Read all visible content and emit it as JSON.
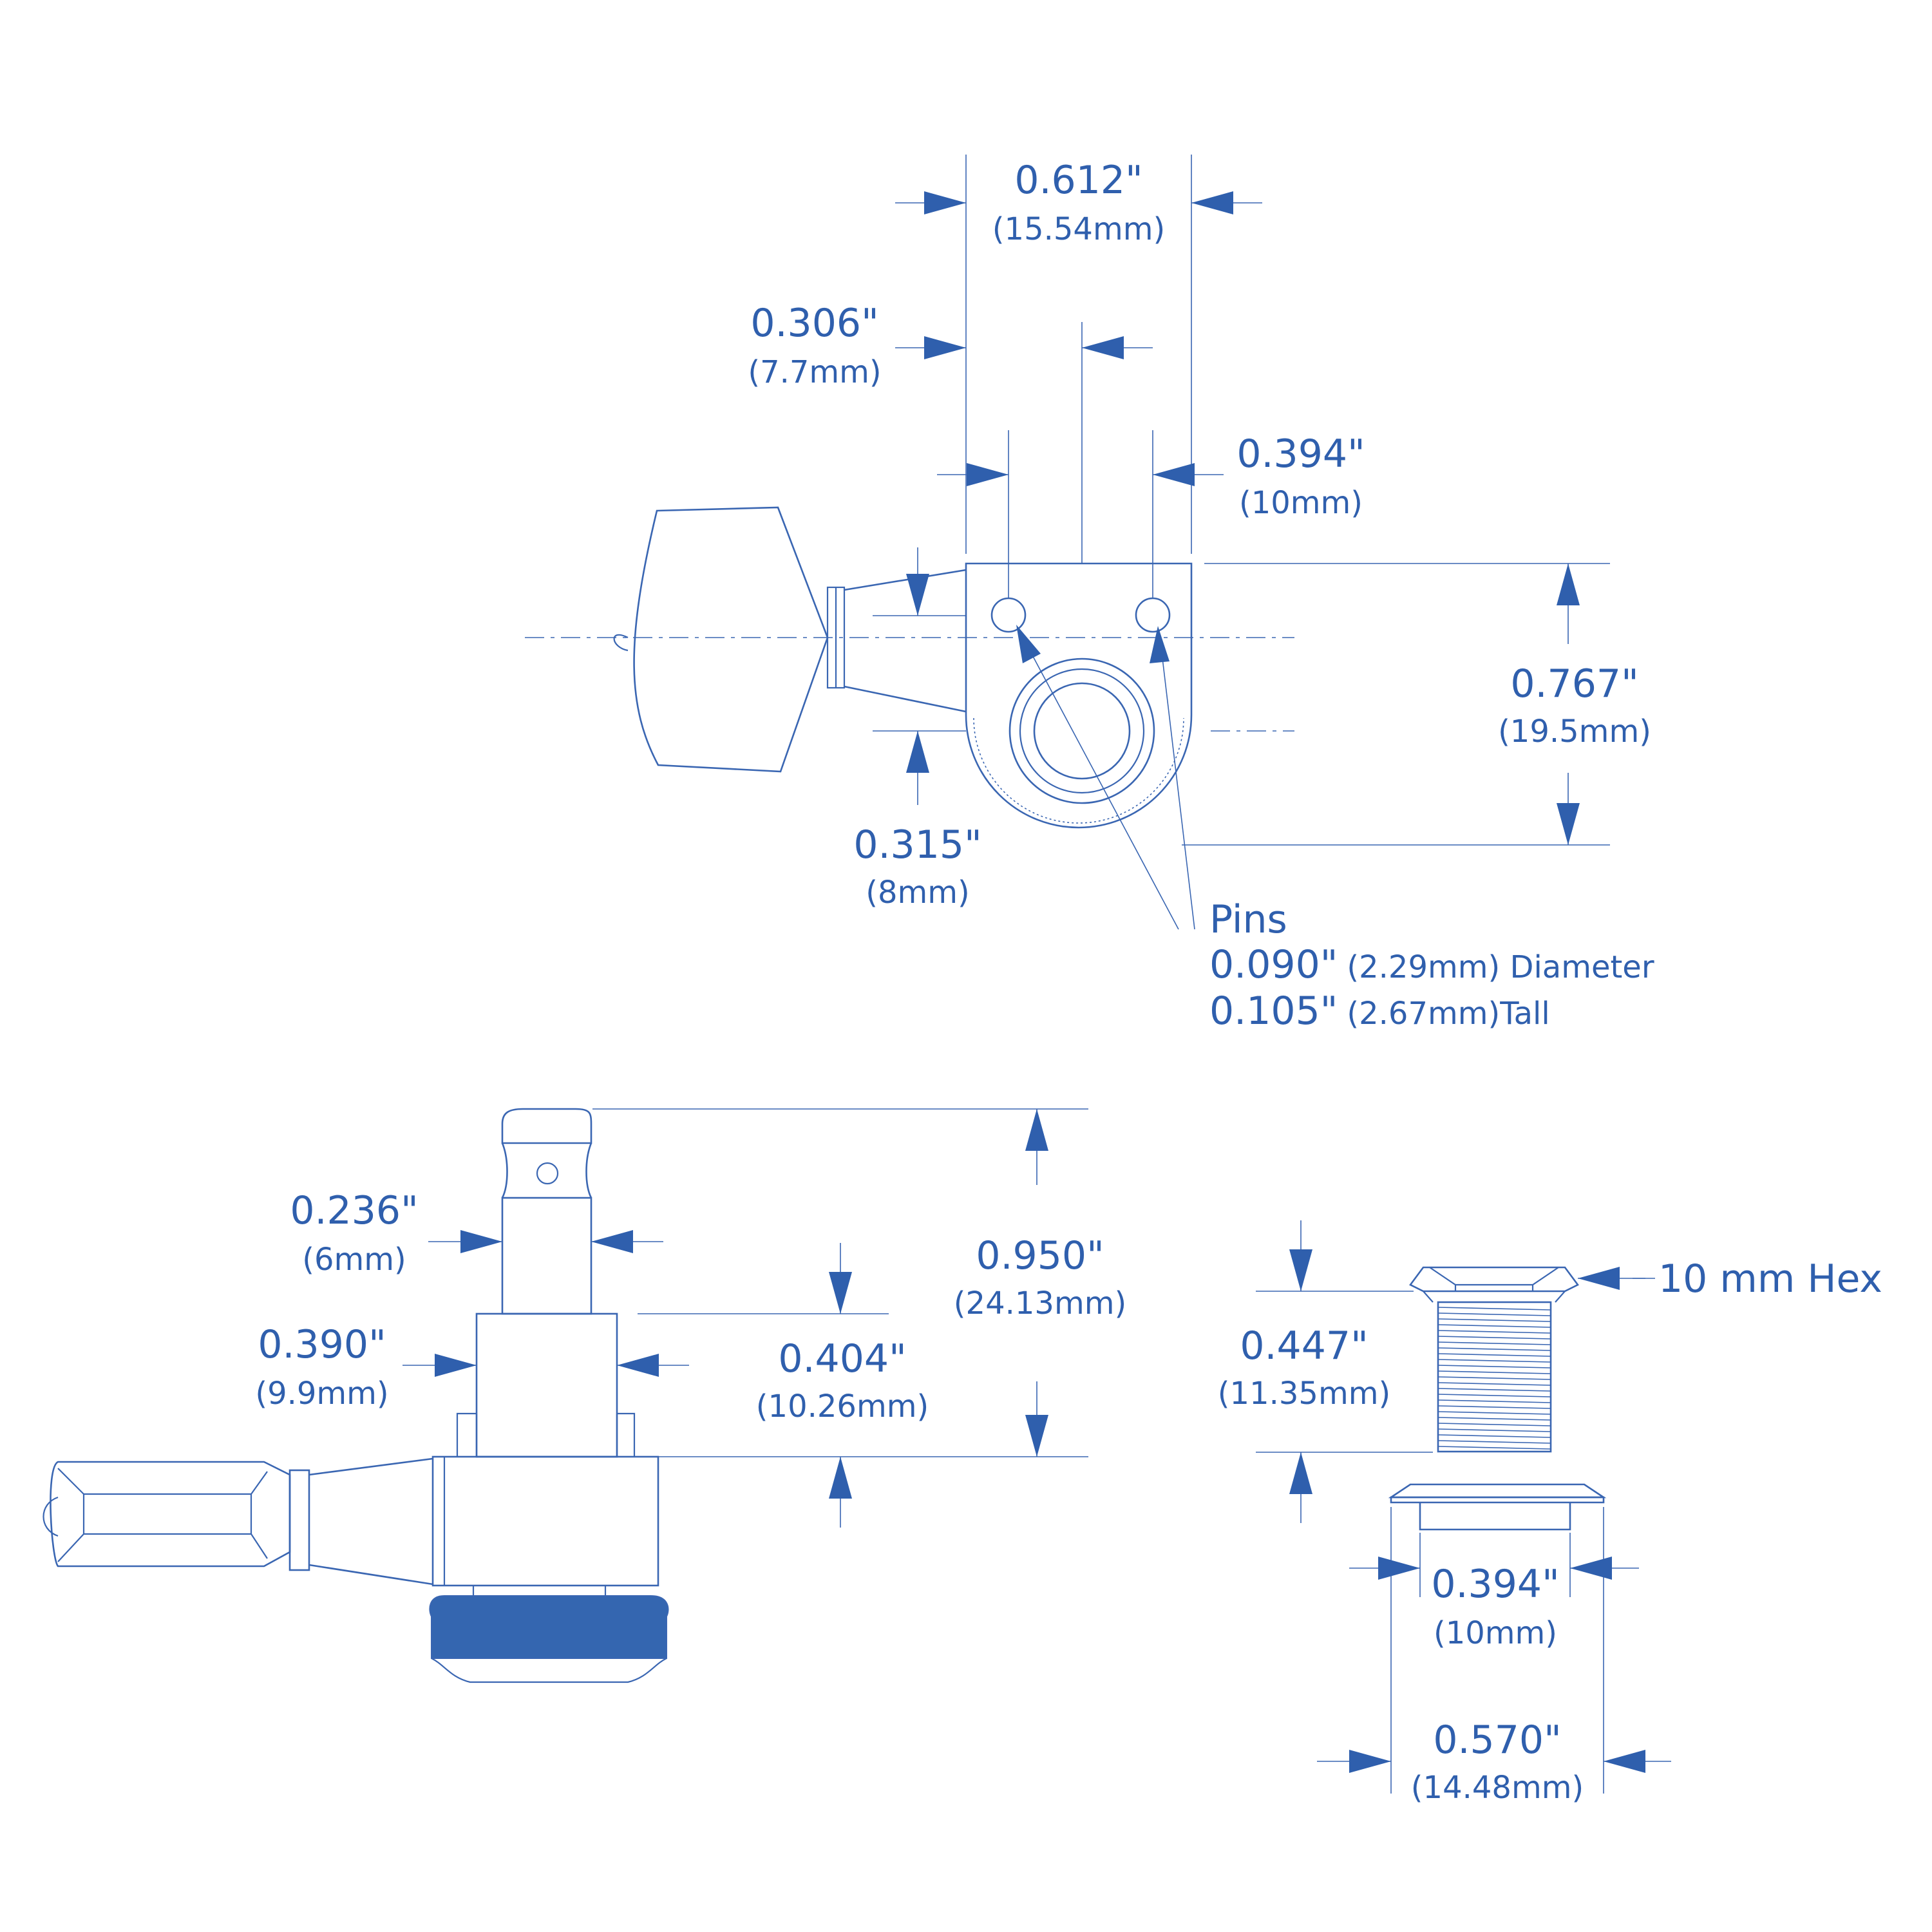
{
  "top_view": {
    "width_overall": {
      "in": "0.612\"",
      "mm": "(15.54mm)"
    },
    "pin_to_center": {
      "in": "0.306\"",
      "mm": "(7.7mm)"
    },
    "pin_spacing": {
      "in": "0.394\"",
      "mm": "(10mm)"
    },
    "height_overall": {
      "in": "0.767\"",
      "mm": "(19.5mm)"
    },
    "post_offset": {
      "in": "0.315\"",
      "mm": "(8mm)"
    },
    "pins": {
      "title": "Pins",
      "diameter_in": "0.090\"",
      "diameter_rest": "(2.29mm) Diameter",
      "tall_in": "0.105\"",
      "tall_rest": "(2.67mm)Tall"
    }
  },
  "side_view": {
    "post_diameter": {
      "in": "0.236\"",
      "mm": "(6mm)"
    },
    "bushing_base_diameter": {
      "in": "0.390\"",
      "mm": "(9.9mm)"
    },
    "post_height_total": {
      "in": "0.950\"",
      "mm": "(24.13mm)"
    },
    "base_height": {
      "in": "0.404\"",
      "mm": "(10.26mm)"
    }
  },
  "bushing_view": {
    "hex_label": "10 mm Hex",
    "length": {
      "in": "0.447\"",
      "mm": "(11.35mm)"
    },
    "thread_diameter": {
      "in": "0.394\"",
      "mm": "(10mm)"
    },
    "washer_diameter": {
      "in": "0.570\"",
      "mm": "(14.48mm)"
    }
  },
  "colors": {
    "line": "#3a66b2",
    "text": "#2f5fad",
    "fill": "#3466b0"
  }
}
